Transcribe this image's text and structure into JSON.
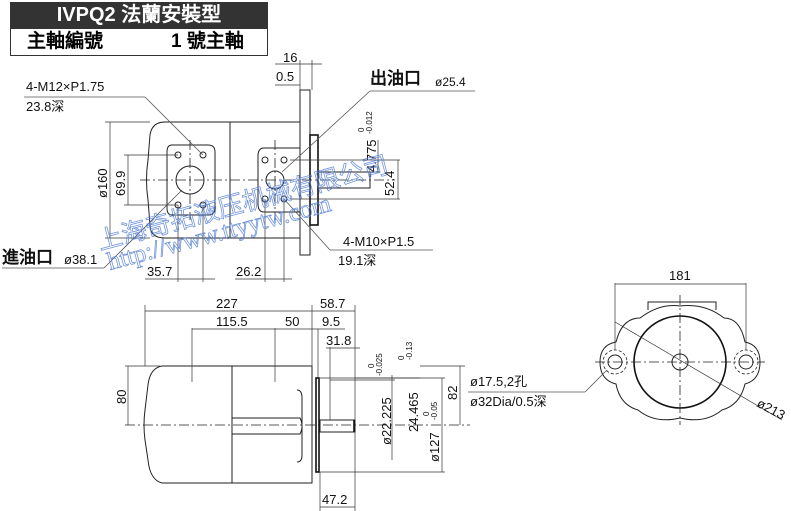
{
  "header": {
    "title": "IVPQ2 法蘭安裝型",
    "shaft_label": "主軸編號",
    "shaft_value": "1 號主軸"
  },
  "front_view": {
    "inlet_thread": "4-M12×P1.75",
    "inlet_thread_depth": "23.8深",
    "outlet_label": "出油口",
    "outlet_size": "ø25.4",
    "inlet_label": "進油口",
    "inlet_size": "ø38.1",
    "outlet_thread": "4-M10×P1.5",
    "outlet_thread_depth": "19.1深",
    "dims": {
      "d160": "ø160",
      "d69_9": "69.9",
      "d16": "16",
      "d0_5": "0.5",
      "d4_775": "4.775",
      "d4_775_tol_up": "0",
      "d4_775_tol_low": "-0.012",
      "d52_4": "52.4",
      "d35_7": "35.7",
      "d26_2": "26.2"
    }
  },
  "side_view": {
    "dims": {
      "d227": "227",
      "d58_7": "58.7",
      "d115_5": "115.5",
      "d50": "50",
      "d9_5": "9.5",
      "d31_8": "31.8",
      "d80": "80",
      "d22_225": "ø22.225",
      "d22_225_tol_up": "0",
      "d22_225_tol_low": "-0.025",
      "d24_465": "24.465",
      "d24_465_tol_up": "0",
      "d24_465_tol_low": "-0.13",
      "d127": "ø127",
      "d127_tol_up": "0",
      "d127_tol_low": "-0.05",
      "d82": "82",
      "d47_2": "47.2"
    }
  },
  "end_view": {
    "d181": "181",
    "d213": "ø213",
    "hole_note_1": "ø17.5,2孔",
    "hole_note_2": "ø32Dia/0.5深"
  },
  "watermark": {
    "company": "上海奇拓液压机械有限公司",
    "url": "http://www.ttyytw.com"
  }
}
